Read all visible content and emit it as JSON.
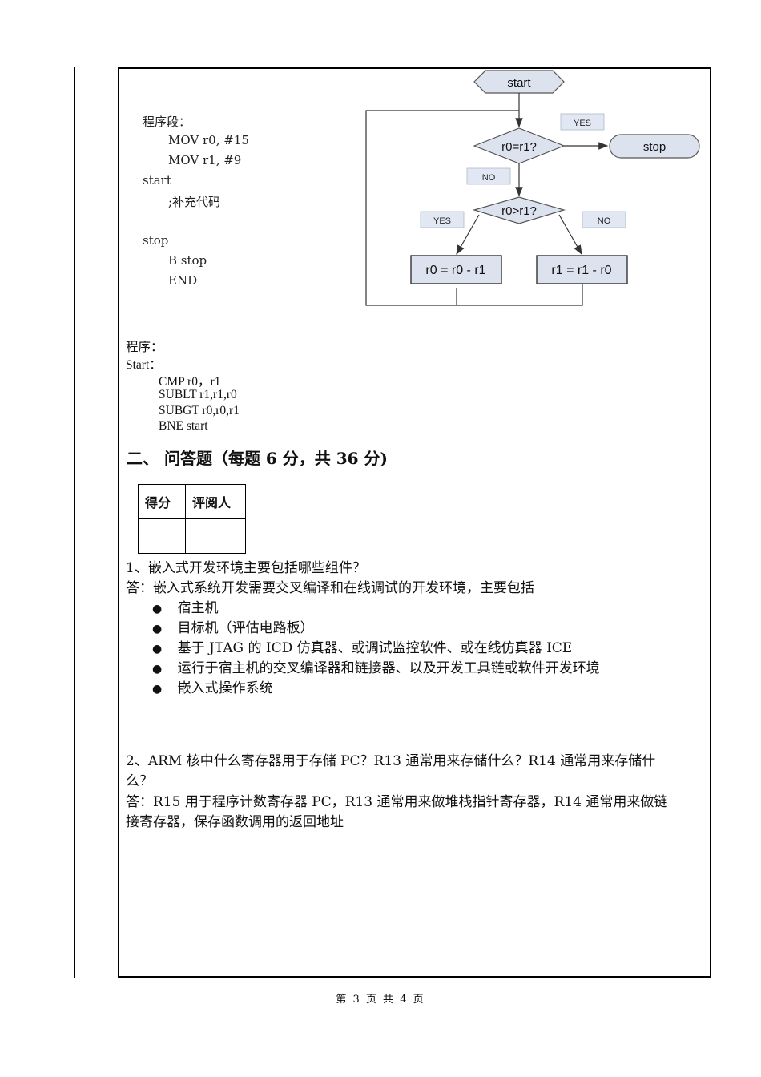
{
  "code_block": {
    "header": "程序段：",
    "line1": "MOV r0, #15",
    "line2": "MOV r1, #9",
    "label_start": "start",
    "comment": ";补充代码",
    "label_stop": "stop",
    "branch": "B stop",
    "end": "END"
  },
  "flowchart": {
    "start": "start",
    "decision1": "r0=r1?",
    "yes1": "YES",
    "stop": "stop",
    "no1": "NO",
    "decision2": "r0>r1?",
    "yes2": "YES",
    "no2": "NO",
    "left_box": "r0 = r0 - r1",
    "right_box": "r1 = r1 - r0"
  },
  "program": {
    "header": "程序：",
    "label": "Start：",
    "lines": [
      "CMP r0，r1",
      "SUBLT r1,r1,r0",
      "SUBGT r0,r0,r1",
      "BNE start"
    ]
  },
  "section_heading": "二、  问答题（每题 6 分，共 36 分)",
  "score_table": {
    "col1": "得分",
    "col2": "评阅人"
  },
  "q1": {
    "question": "1、嵌入式开发环境主要包括哪些组件？",
    "answer": "答：嵌入式系统开发需要交叉编译和在线调试的开发环境，主要包括",
    "items": [
      "宿主机",
      "目标机（评估电路板）",
      "基于 JTAG 的 ICD 仿真器、或调试监控软件、或在线仿真器 ICE",
      "运行于宿主机的交叉编译器和链接器、以及开发工具链或软件开发环境",
      "嵌入式操作系统"
    ]
  },
  "q2": {
    "question_line1": "2、ARM 核中什么寄存器用于存储 PC？R13 通常用来存储什么？R14 通常用来存储什",
    "question_line2": "么？",
    "answer_line1": "答：R15 用于程序计数寄存器 PC，R13 通常用来做堆栈指针寄存器，R14 通常用来做链",
    "answer_line2": "接寄存器，保存函数调用的返回地址"
  },
  "footer": "第 3 页 共 4 页"
}
